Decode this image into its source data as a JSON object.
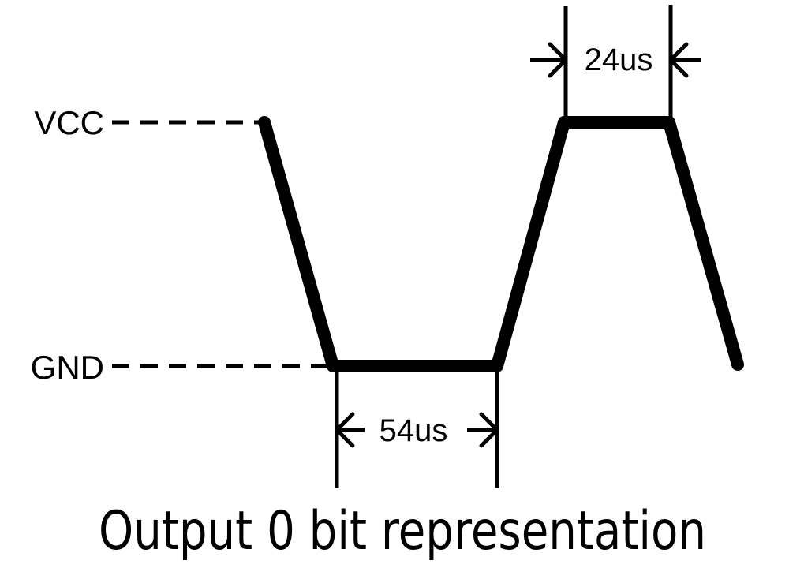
{
  "labels": {
    "vcc": "VCC",
    "gnd": "GND",
    "high_time": "24us",
    "low_time": "54us"
  },
  "title": "Output 0 bit representation",
  "colors": {
    "ink": "#000000",
    "background": "#ffffff"
  }
}
